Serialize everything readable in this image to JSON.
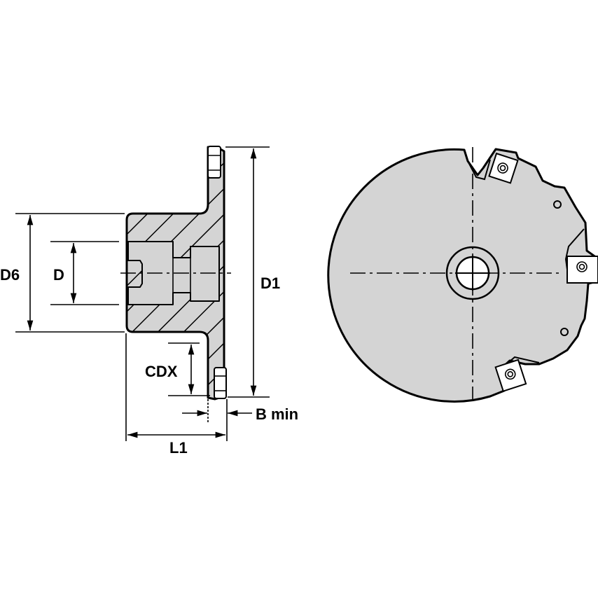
{
  "labels": {
    "d6": "D6",
    "d": "D",
    "d1": "D1",
    "cdx": "CDX",
    "b_min": "B min",
    "l1": "L1"
  },
  "colors": {
    "body_fill": "#d4d4d4",
    "outline": "#000000",
    "background": "#ffffff"
  },
  "views": [
    "side-section-view",
    "front-view"
  ]
}
